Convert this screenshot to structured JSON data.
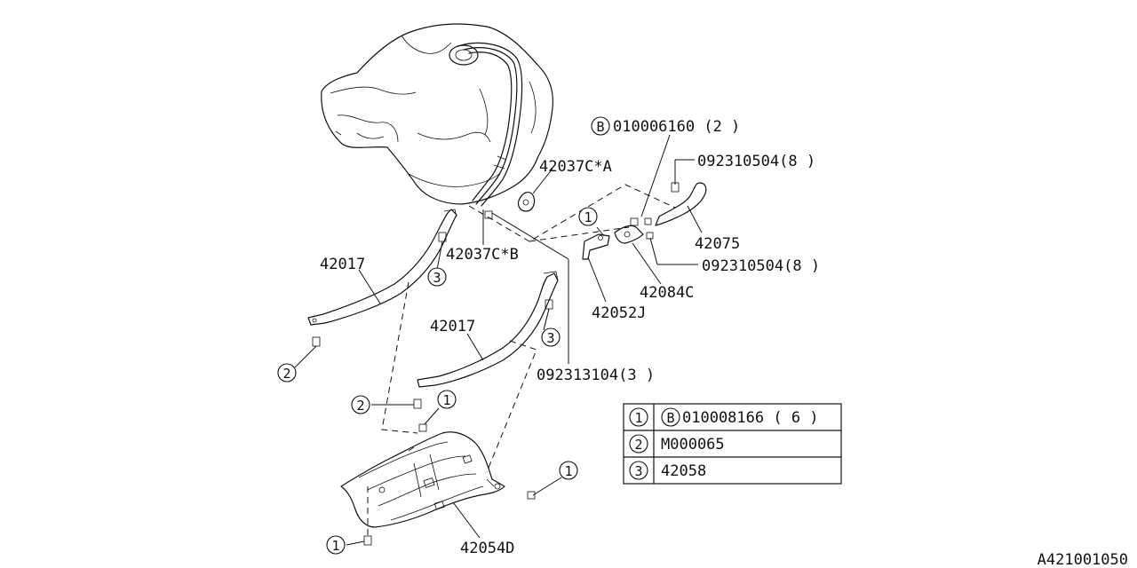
{
  "diagram_id": "A421001050",
  "callouts": {
    "one": "1",
    "two": "2",
    "three": "3",
    "b": "B"
  },
  "part_numbers": {
    "bolt_b_top": "010006160 (2 )",
    "clip_top": "092310504(8 )",
    "hose": "42075",
    "clip_mid": "092310504(8 )",
    "connector": "42084C",
    "bracket": "42052J",
    "grommet_a": "42037C*A",
    "grommet_b": "42037C*B",
    "band_left": "42017",
    "band_right": "42017",
    "clip_long": "092313104(3 )",
    "protector": "42054D"
  },
  "legend": {
    "rows": [
      {
        "key": "1",
        "prefix": "B",
        "value": "010008166 ( 6 )"
      },
      {
        "key": "2",
        "prefix": "",
        "value": "M000065"
      },
      {
        "key": "3",
        "prefix": "",
        "value": "42058"
      }
    ]
  }
}
